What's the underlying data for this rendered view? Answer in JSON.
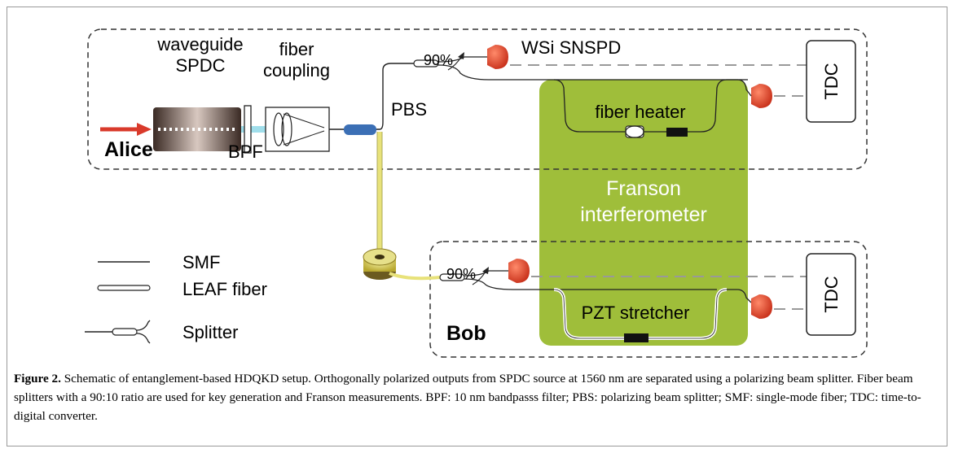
{
  "labels": {
    "waveguide_line1": "waveguide",
    "waveguide_line2": "SPDC",
    "fiber_coupling_line1": "fiber",
    "fiber_coupling_line2": "coupling",
    "alice": "Alice",
    "bpf": "BPF",
    "pbs": "PBS",
    "split_ratio_top": "90%",
    "split_ratio_bottom": "90%",
    "detector": "WSi SNSPD",
    "tdc_top": "TDC",
    "tdc_bottom": "TDC",
    "fiber_heater": "fiber heater",
    "franson_line1": "Franson",
    "franson_line2": "interferometer",
    "pzt": "PZT stretcher",
    "bob": "Bob"
  },
  "legend": {
    "smf": "SMF",
    "leaf": "LEAF fiber",
    "splitter": "Splitter"
  },
  "caption": {
    "label": "Figure 2.",
    "text": " Schematic of entanglement-based HDQKD setup. Orthogonally polarized outputs from SPDC source at 1560 nm are separated using a polarizing beam splitter. Fiber beam splitters with a 90:10 ratio are used for key generation and Franson measurements. BPF: 10 nm bandpasss filter; PBS: polarizing beam splitter; SMF: single-mode fiber; TDC: time-to-digital converter."
  },
  "colors": {
    "franson_box": "#9fbe3a",
    "detector": "#e0441f",
    "arrow": "#d93a2b",
    "pbs": "#3b6fb5",
    "beam": "#8fd8e8",
    "leaf_yellow": "#e8e27a"
  }
}
